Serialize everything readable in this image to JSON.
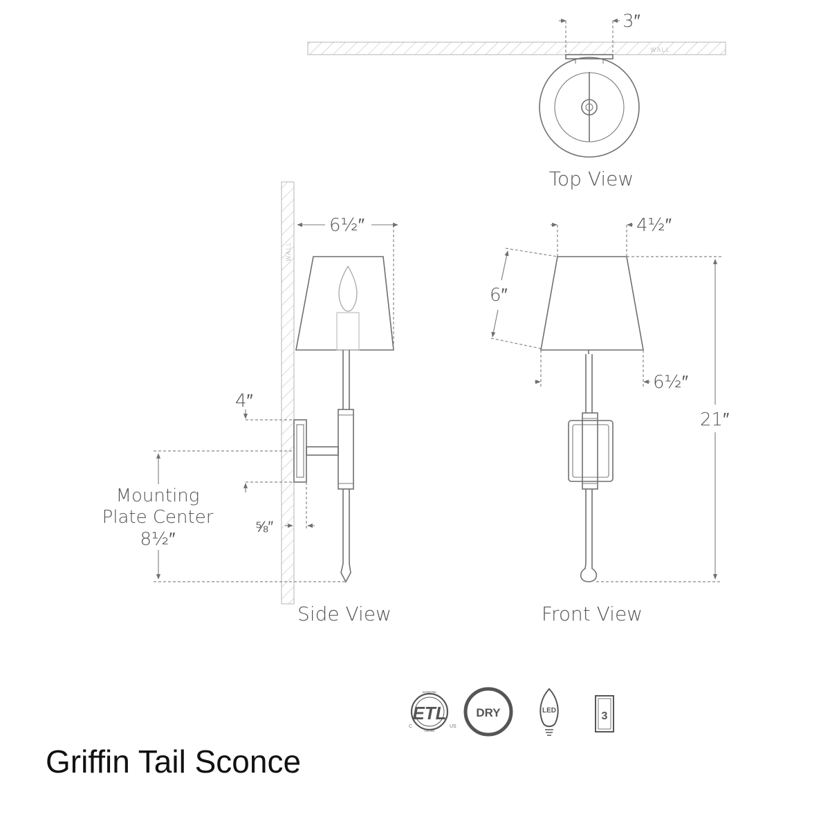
{
  "product": {
    "title": "Griffin Tail Sconce"
  },
  "views": {
    "top": "Top View",
    "side": "Side View",
    "front": "Front View"
  },
  "wall_label": "WALL",
  "dimensions": {
    "backplate_depth": "3″",
    "shade_projection": "6½″",
    "shade_top_width": "4½″",
    "shade_height": "6″",
    "shade_bottom_width": "6½″",
    "overall_height": "21″",
    "plate_height": "4″",
    "plate_thickness": "⅝″",
    "mounting_line1": "Mounting",
    "mounting_line2": "Plate Center",
    "mounting_value": "8½″"
  },
  "certifications": {
    "etl": {
      "mark": "ETL",
      "left": "C",
      "right": "US",
      "top": "INTERTEK",
      "bottom": "LISTED"
    },
    "dry": "DRY",
    "led": "LED",
    "switch": "3"
  },
  "colors": {
    "line": "#6f6f6f",
    "text": "#555555",
    "title": "#111111",
    "badge": "#555555"
  }
}
